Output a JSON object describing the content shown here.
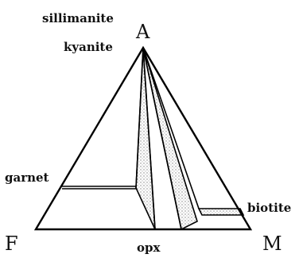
{
  "labels": {
    "apex_A": "A",
    "corner_F": "F",
    "corner_M": "M",
    "sillimanite": "sillimanite",
    "kyanite": "kyanite",
    "garnet": "garnet",
    "opx": "opx",
    "biotite": "biotite"
  },
  "colors": {
    "line": "#000000",
    "stipple": "#9a9a9a",
    "background": "#ffffff"
  }
}
